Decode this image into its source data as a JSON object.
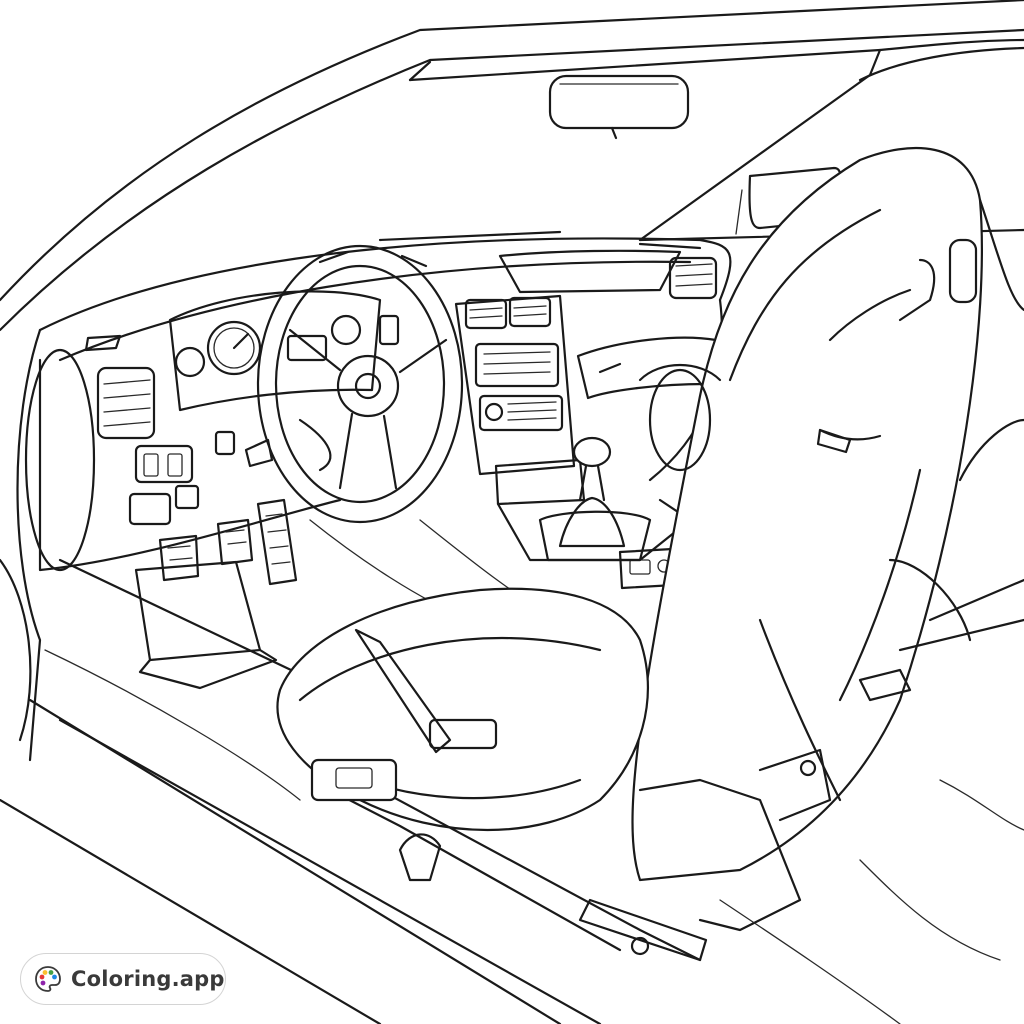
{
  "watermark": {
    "brand": "Coloring.app",
    "icon": "palette-icon",
    "palette_colors": [
      "#e53935",
      "#fbc02d",
      "#43a047",
      "#1e88e5",
      "#8e24aa"
    ]
  },
  "scene": {
    "style": "black-and-white line art coloring page",
    "subject_parts": [
      "steering-wheel",
      "instrument-cluster",
      "dashboard",
      "center-console",
      "gear-shifter",
      "pedals",
      "bucket-seat",
      "seat-rails",
      "rearview-mirror",
      "side-mirror",
      "door-frame"
    ]
  }
}
